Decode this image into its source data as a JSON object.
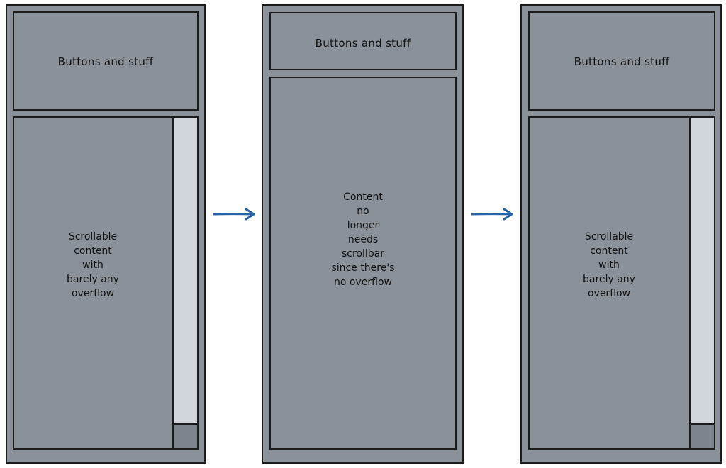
{
  "panels": [
    {
      "header": "Buttons and stuff",
      "content_lines": [
        "Scrollable",
        "content",
        "with",
        "barely any",
        "overflow"
      ],
      "has_scrollbar": true
    },
    {
      "header": "Buttons and stuff",
      "content_lines": [
        "Content",
        "no",
        "longer",
        "needs",
        "scrollbar",
        "since there's",
        "no overflow"
      ],
      "has_scrollbar": false
    },
    {
      "header": "Buttons and stuff",
      "content_lines": [
        "Scrollable",
        "content",
        "with",
        "barely any",
        "overflow"
      ],
      "has_scrollbar": true
    }
  ],
  "colors": {
    "panel_fill": "#8a9199",
    "scrollbar_track": "#d1d5dc",
    "scrollbar_thumb": "#7d848c",
    "arrow": "#2a64a8",
    "outline": "#1c1c1c"
  }
}
